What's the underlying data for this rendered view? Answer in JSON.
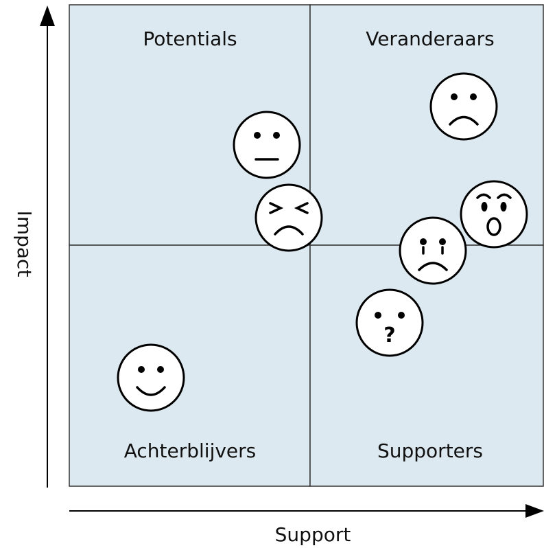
{
  "colors": {
    "quadrant_fill": "#dde9f0",
    "grid_line": "#333333",
    "axis": "#000000"
  },
  "axes": {
    "x_label": "Support",
    "y_label": "Impact"
  },
  "quadrants": {
    "top_left": "Potentials",
    "top_right": "Veranderaars",
    "bottom_left": "Achterblijvers",
    "bottom_right": "Supporters"
  },
  "faces": [
    {
      "name": "neutral-face-icon",
      "expression": "neutral",
      "quadrant": "top_left"
    },
    {
      "name": "frustrated-face-icon",
      "expression": "frustrated",
      "quadrant": "top_left"
    },
    {
      "name": "sad-face-icon",
      "expression": "sad",
      "quadrant": "top_right"
    },
    {
      "name": "shocked-face-icon",
      "expression": "shocked",
      "quadrant": "top_right"
    },
    {
      "name": "crying-face-icon",
      "expression": "crying",
      "quadrant": "top_right"
    },
    {
      "name": "confused-face-icon",
      "expression": "confused",
      "quadrant": "bottom_right"
    },
    {
      "name": "happy-face-icon",
      "expression": "happy",
      "quadrant": "bottom_left"
    }
  ]
}
